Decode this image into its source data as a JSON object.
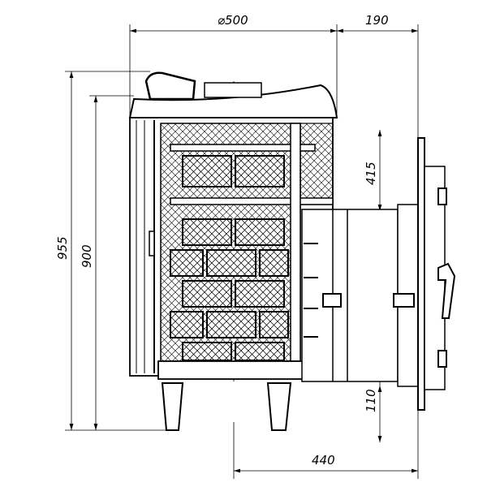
{
  "drawing": {
    "title": "Stove side section drawing",
    "line_color": "#000000",
    "background": "#ffffff",
    "dimensions": {
      "diameter": "⌀500",
      "depth_offset": "190",
      "total_height": "955",
      "body_height": "900",
      "door_top": "415",
      "door_bottom": "110",
      "door_depth": "440"
    }
  }
}
